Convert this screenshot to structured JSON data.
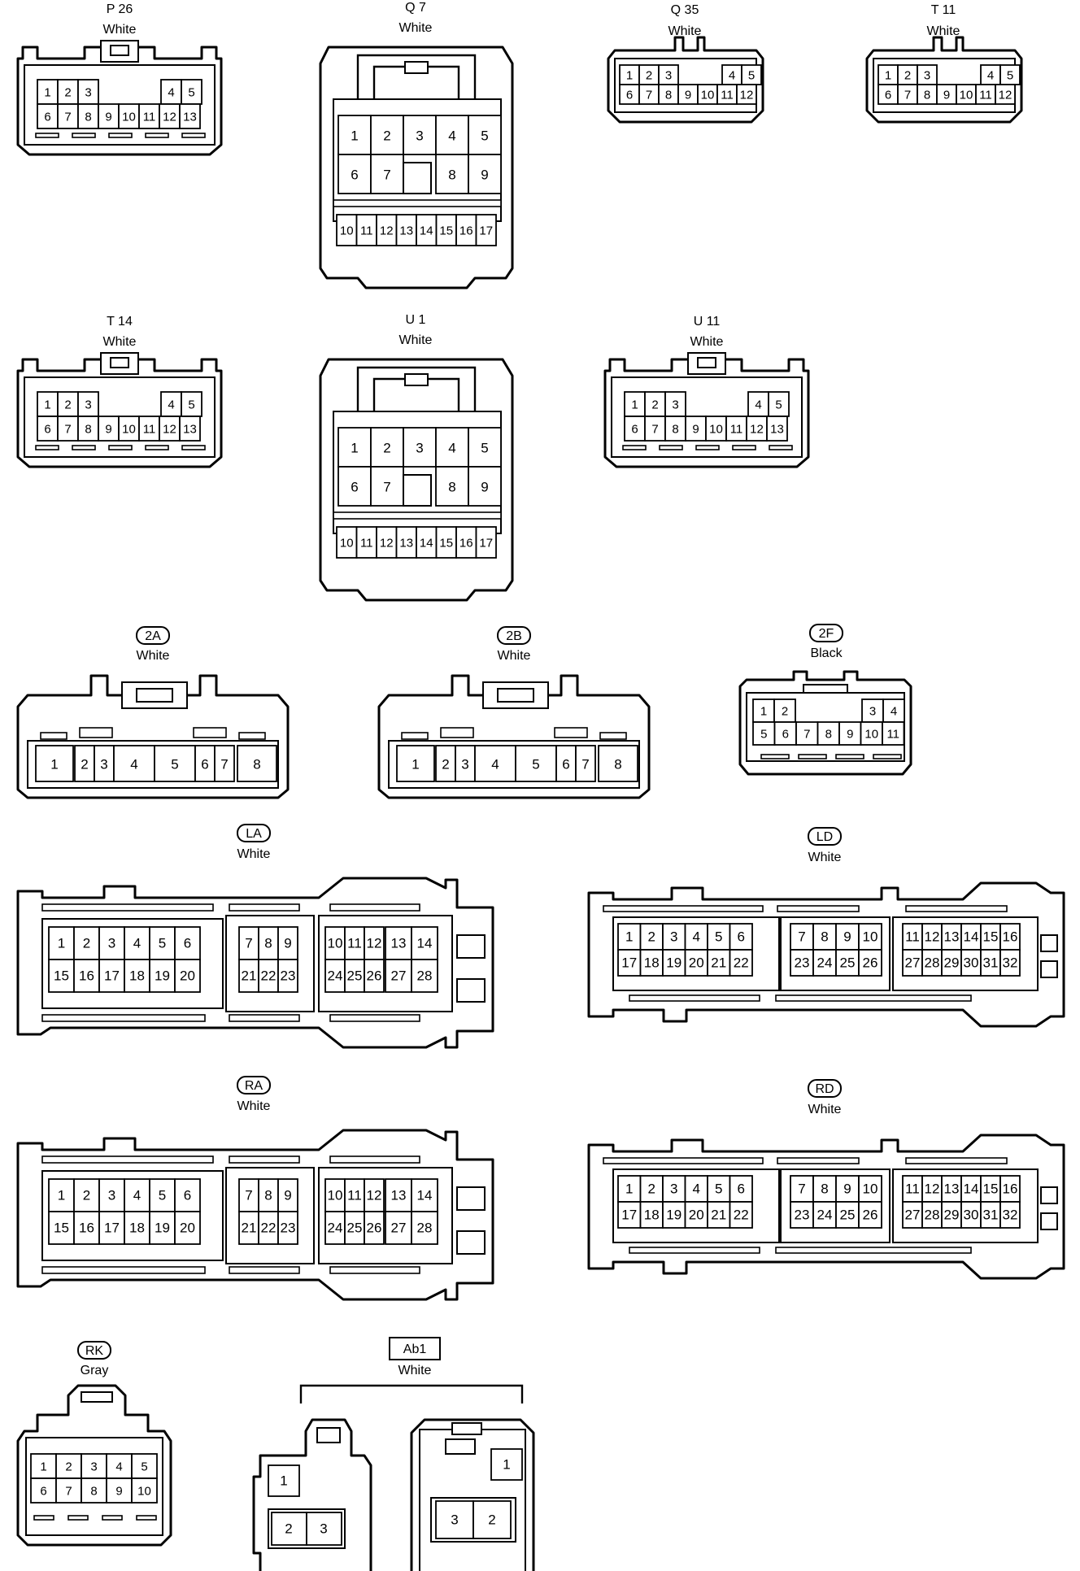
{
  "connectors": [
    {
      "code": "P 26",
      "color": "White",
      "codeStyle": "plain"
    },
    {
      "code": "Q 7",
      "color": "White",
      "codeStyle": "plain"
    },
    {
      "code": "Q 35",
      "color": "White",
      "codeStyle": "plain"
    },
    {
      "code": "T 11",
      "color": "White",
      "codeStyle": "plain"
    },
    {
      "code": "T 14",
      "color": "White",
      "codeStyle": "plain"
    },
    {
      "code": "U 1",
      "color": "White",
      "codeStyle": "plain"
    },
    {
      "code": "U 11",
      "color": "White",
      "codeStyle": "plain"
    },
    {
      "code": "2A",
      "color": "White",
      "codeStyle": "oval"
    },
    {
      "code": "2B",
      "color": "White",
      "codeStyle": "oval"
    },
    {
      "code": "2F",
      "color": "Black",
      "codeStyle": "oval"
    },
    {
      "code": "LA",
      "color": "White",
      "codeStyle": "oval"
    },
    {
      "code": "LD",
      "color": "White",
      "codeStyle": "oval"
    },
    {
      "code": "RA",
      "color": "White",
      "codeStyle": "oval"
    },
    {
      "code": "RD",
      "color": "White",
      "codeStyle": "oval"
    },
    {
      "code": "RK",
      "color": "Gray",
      "codeStyle": "oval"
    },
    {
      "code": "Ab1",
      "color": "White",
      "codeStyle": "box"
    }
  ],
  "pins": {
    "p13_top": [
      "1",
      "2",
      "3",
      "4",
      "5"
    ],
    "p13_bottom": [
      "6",
      "7",
      "8",
      "9",
      "10",
      "11",
      "12",
      "13"
    ],
    "p12_top": [
      "1",
      "2",
      "3",
      "4",
      "5"
    ],
    "p12_bottom": [
      "6",
      "7",
      "8",
      "9",
      "10",
      "11",
      "12"
    ],
    "p17_row1": [
      "1",
      "2",
      "3",
      "4",
      "5"
    ],
    "p17_row2": [
      "6",
      "7",
      "8",
      "9"
    ],
    "p17_row3": [
      "10",
      "11",
      "12",
      "13",
      "14",
      "15",
      "16",
      "17"
    ],
    "p8": [
      "1",
      "2",
      "3",
      "4",
      "5",
      "6",
      "7",
      "8"
    ],
    "p11_top": [
      "1",
      "2",
      "3",
      "4"
    ],
    "p11_bottom": [
      "5",
      "6",
      "7",
      "8",
      "9",
      "10",
      "11"
    ],
    "a28_top": [
      "1",
      "2",
      "3",
      "4",
      "5",
      "6",
      "7",
      "8",
      "9",
      "10",
      "11",
      "12",
      "13",
      "14"
    ],
    "a28_bottom": [
      "15",
      "16",
      "17",
      "18",
      "19",
      "20",
      "21",
      "22",
      "23",
      "24",
      "25",
      "26",
      "27",
      "28"
    ],
    "d32_top": [
      "1",
      "2",
      "3",
      "4",
      "5",
      "6",
      "7",
      "8",
      "9",
      "10",
      "11",
      "12",
      "13",
      "14",
      "15",
      "16"
    ],
    "d32_bottom": [
      "17",
      "18",
      "19",
      "20",
      "21",
      "22",
      "23",
      "24",
      "25",
      "26",
      "27",
      "28",
      "29",
      "30",
      "31",
      "32"
    ],
    "rk_top": [
      "1",
      "2",
      "3",
      "4",
      "5"
    ],
    "rk_bottom": [
      "6",
      "7",
      "8",
      "9",
      "10"
    ],
    "ab1_left": [
      "1",
      "2",
      "3"
    ],
    "ab1_right": [
      "1",
      "3",
      "2"
    ]
  }
}
